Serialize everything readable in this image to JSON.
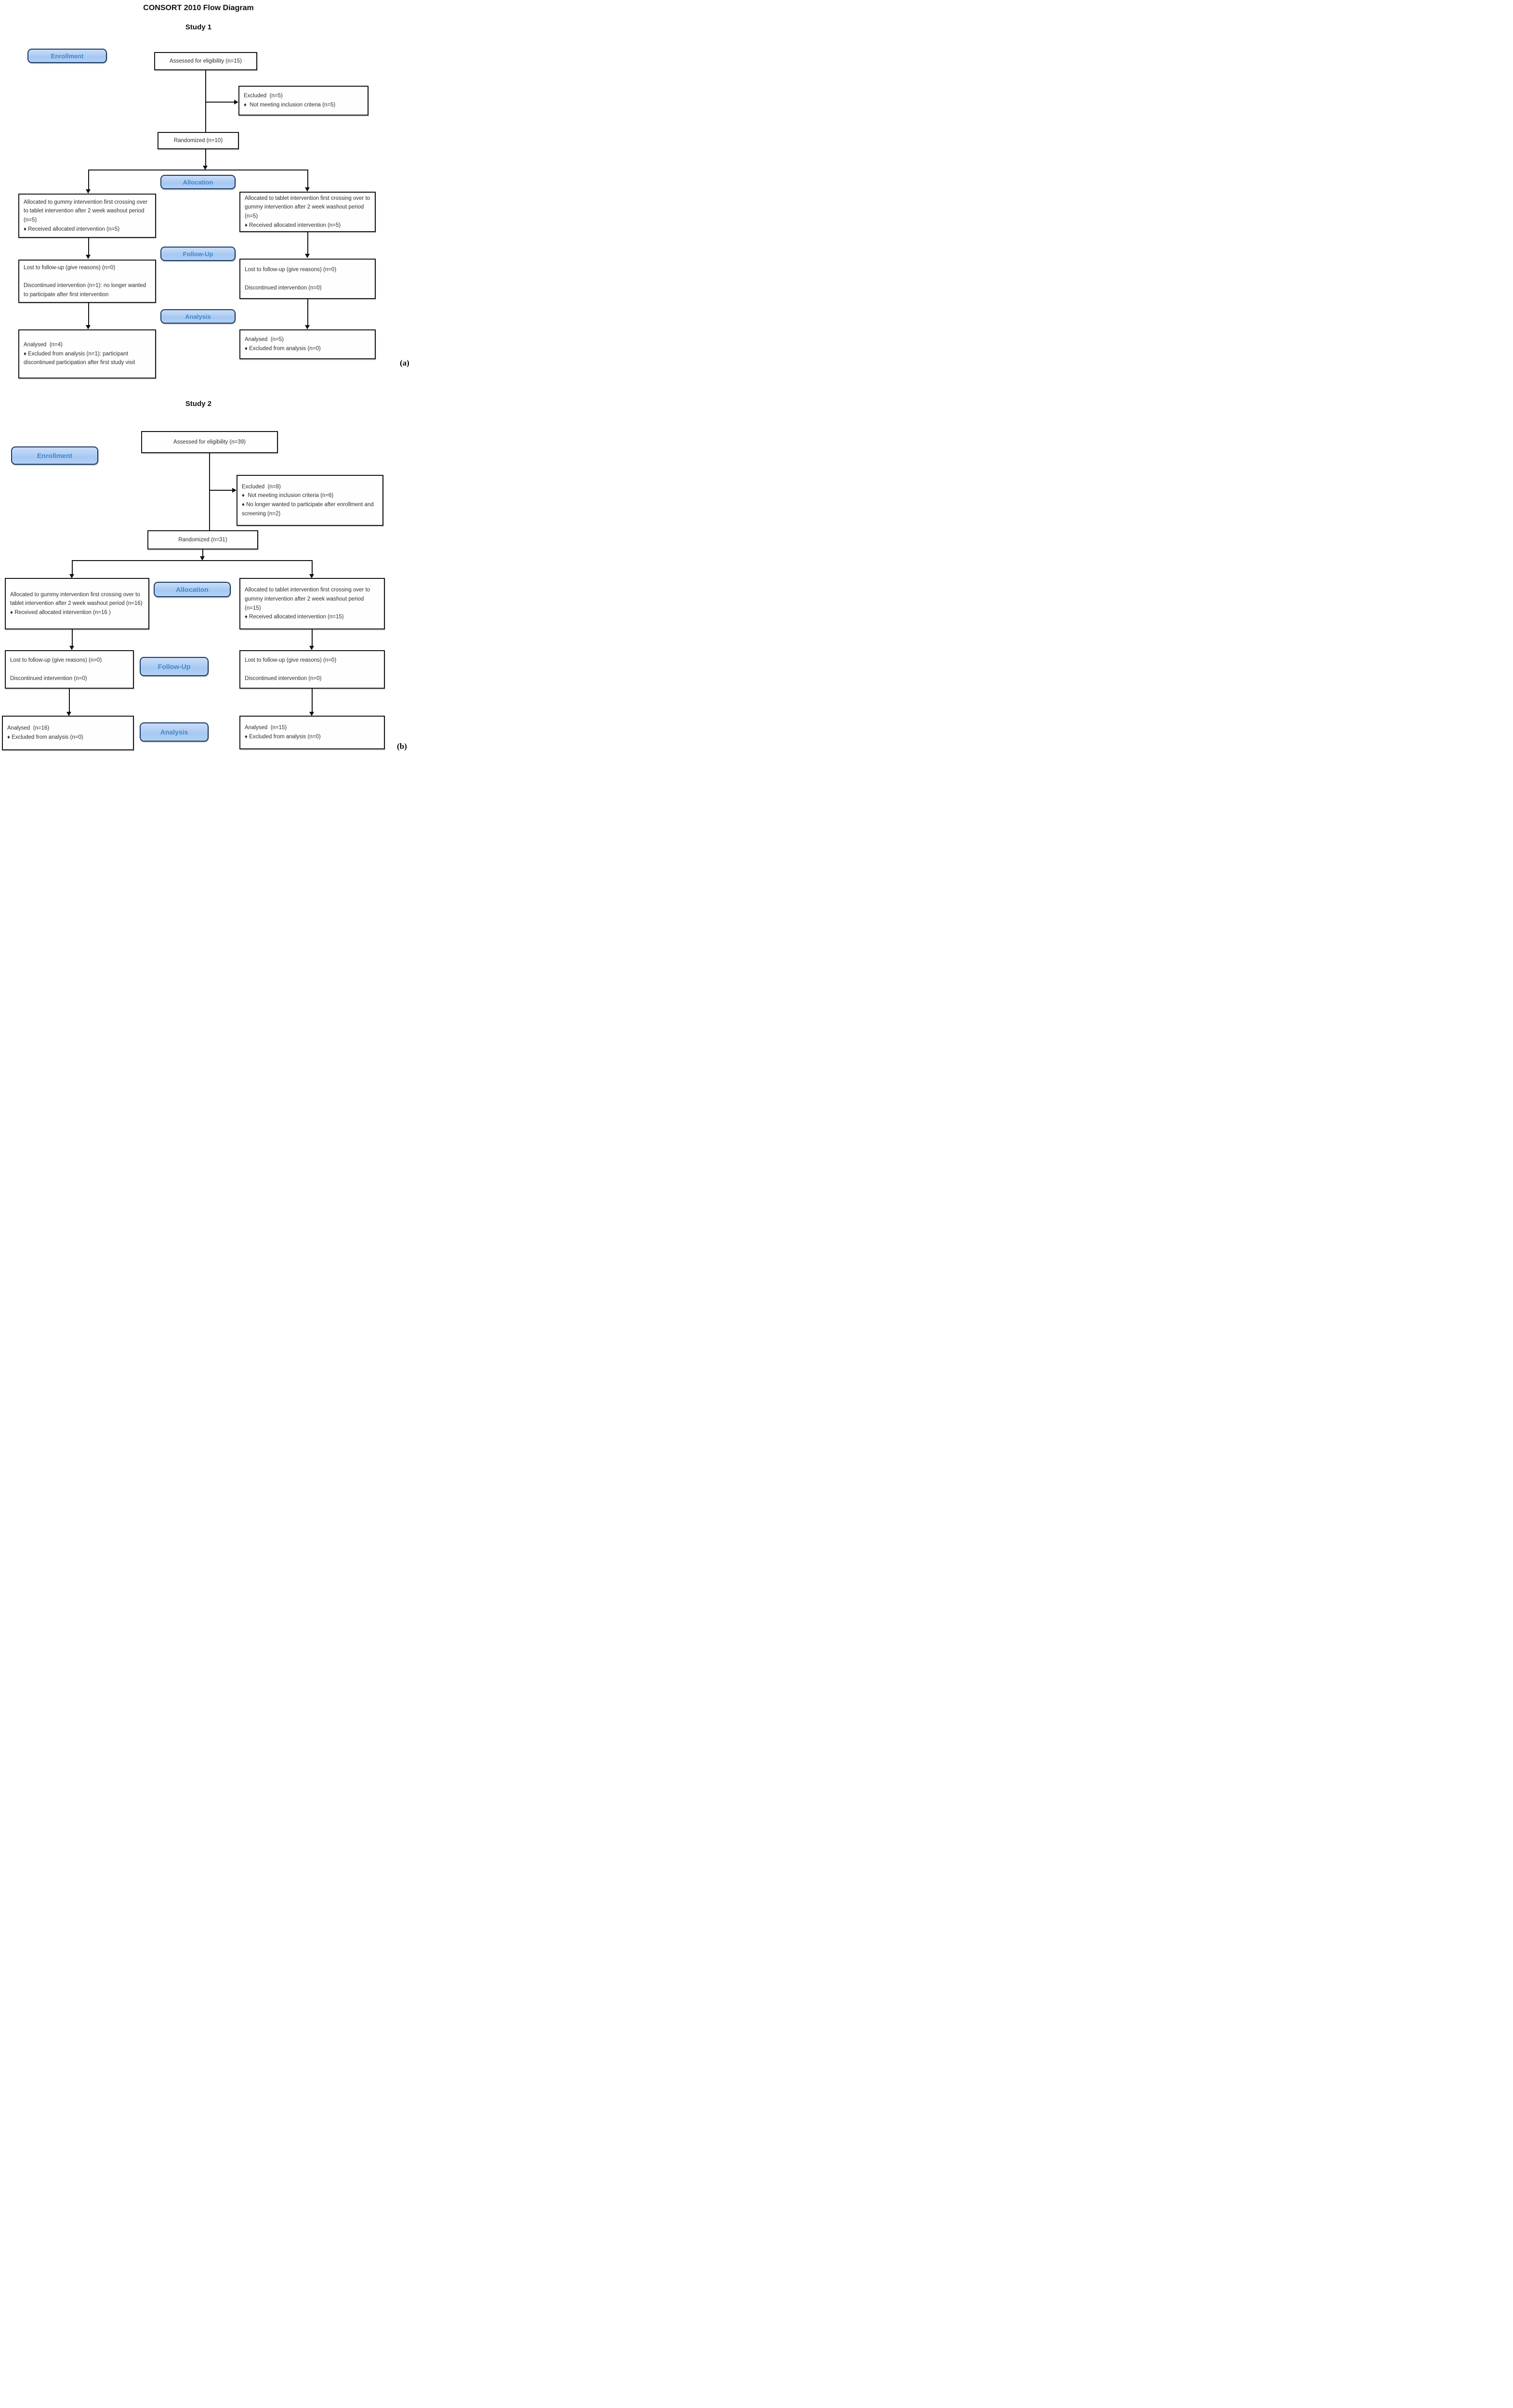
{
  "page": {
    "title": "CONSORT 2010 Flow Diagram",
    "colors": {
      "accent_fill": "#a6c8f2",
      "accent_fill_light": "#c9ddf8",
      "accent_border": "#16375f",
      "accent_text": "#4587c6",
      "box_border": "#141414",
      "arrow": "#111111"
    }
  },
  "study1": {
    "label": "Study 1",
    "panel_tag": "(a)",
    "phases": {
      "enrollment": "Enrollment",
      "allocation": "Allocation",
      "followup": "Follow-Up",
      "analysis": "Analysis"
    },
    "assessed": [
      {
        "text": "Assessed for eligibility (n=15)"
      }
    ],
    "excluded": [
      {
        "text": "Excluded  (n=5)"
      },
      {
        "text": "♦  Not meeting inclusion criteria (n=5)",
        "bullet": true
      }
    ],
    "randomized": [
      {
        "text": "Randomized (n=10)"
      }
    ],
    "alloc_left": [
      {
        "text": "Allocated to gummy intervention first crossing over to tablet intervention after 2 week washout period (n=5)"
      },
      {
        "text": "♦ Received allocated intervention (n=5)",
        "bullet": true
      }
    ],
    "alloc_right": [
      {
        "text": "Allocated to tablet intervention first crossing over to gummy intervention after 2 week washout period (n=5)"
      },
      {
        "text": "♦ Received allocated intervention (n=5)",
        "bullet": true
      }
    ],
    "fu_left": [
      {
        "text": "Lost to follow-up (give reasons) (n=0)"
      },
      {
        "text": "Discontinued intervention (n=1): no longer wanted to participate after first intervention",
        "gap": true
      }
    ],
    "fu_right": [
      {
        "text": "Lost to follow-up (give reasons) (n=0)"
      },
      {
        "text": "Discontinued intervention (n=0)",
        "gap": true
      }
    ],
    "an_left": [
      {
        "text": "Analysed  (n=4)"
      },
      {
        "text": "♦ Excluded from analysis (n=1): participant discontinued participation after first study visit",
        "bullet": true
      }
    ],
    "an_right": [
      {
        "text": "Analysed  (n=5)"
      },
      {
        "text": "♦ Excluded from analysis (n=0)",
        "bullet": true
      }
    ]
  },
  "study2": {
    "label": "Study 2",
    "panel_tag": "(b)",
    "phases": {
      "enrollment": "Enrollment",
      "allocation": "Allocation",
      "followup": "Follow-Up",
      "analysis": "Analysis"
    },
    "assessed": [
      {
        "text": "Assessed for eligibility (n=39)"
      }
    ],
    "excluded": [
      {
        "text": "Excluded  (n=8)"
      },
      {
        "text": "♦  Not meeting inclusion criteria (n=6)",
        "bullet": true
      },
      {
        "text": "♦ No longer wanted to participate after enrollment and screening (n=2)",
        "bullet": true
      }
    ],
    "randomized": [
      {
        "text": "Randomized (n=31)"
      }
    ],
    "alloc_left": [
      {
        "text": "Allocated to gummy intervention first crossing over to tablet intervention after 2 week washout period (n=16)"
      },
      {
        "text": "♦ Received allocated intervention (n=16 )",
        "bullet": true
      }
    ],
    "alloc_right": [
      {
        "text": "Allocated to tablet intervention first crossing over to gummy intervention after 2 week washout period (n=15)"
      },
      {
        "text": "♦ Received allocated intervention (n=15)",
        "bullet": true
      }
    ],
    "fu_left": [
      {
        "text": "Lost to follow-up (give reasons) (n=0)"
      },
      {
        "text": "Discontinued intervention (n=0)",
        "gap": true
      }
    ],
    "fu_right": [
      {
        "text": "Lost to follow-up (give reasons) (n=0)"
      },
      {
        "text": "Discontinued intervention (n=0)",
        "gap": true
      }
    ],
    "an_left": [
      {
        "text": "Analysed  (n=16)"
      },
      {
        "text": "♦ Excluded from analysis (n=0)",
        "bullet": true
      }
    ],
    "an_right": [
      {
        "text": "Analysed  (n=15)"
      },
      {
        "text": "♦ Excluded from analysis (n=0)",
        "bullet": true
      }
    ]
  }
}
